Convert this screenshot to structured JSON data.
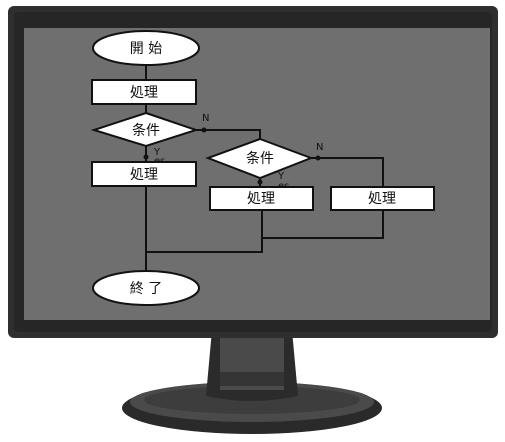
{
  "flowchart": {
    "start_label": "開 始",
    "end_label": "終 了",
    "process_1": "処理",
    "decision_1": "条件",
    "process_2": "処理",
    "decision_2": "条件",
    "process_3": "処理",
    "process_4": "処理",
    "branch_no_1": "N",
    "branch_yes_1": "Y",
    "branch_yes_1_tail": "es",
    "branch_no_2": "N",
    "branch_yes_2": "Y",
    "branch_yes_2_tail": "es"
  },
  "colors": {
    "screen": "#6f6f6f",
    "bezel": "#2f2f2f",
    "stand": "#3a3a3a",
    "shape_fill": "#ffffff",
    "line": "#111111"
  }
}
